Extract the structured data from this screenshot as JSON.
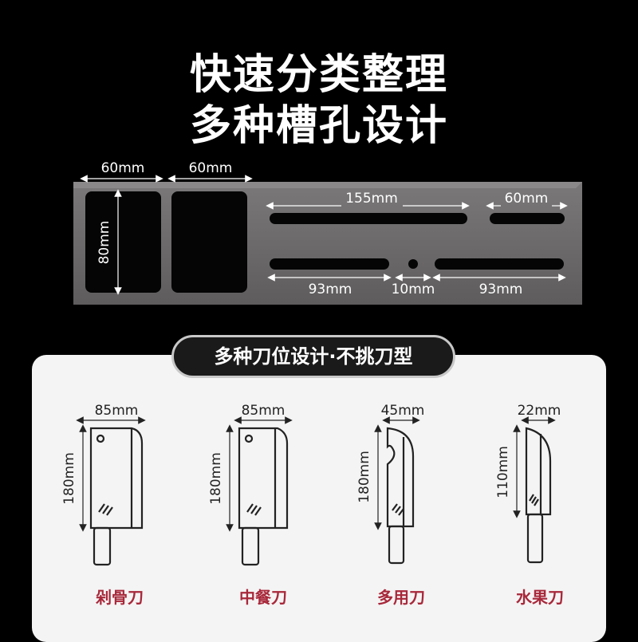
{
  "title_line1": "快速分类整理",
  "title_line2": "多种槽孔设计",
  "rack": {
    "dims": {
      "slot1_width": "60mm",
      "slot2_width": "60mm",
      "slot_height": "80mm",
      "long_slot": "155mm",
      "short_slot": "60mm",
      "lower_left": "93mm",
      "hole": "10mm",
      "lower_right": "93mm"
    }
  },
  "section_label": "多种刀位设计·不挑刀型",
  "knives": [
    {
      "name": "剁骨刀",
      "width": "85mm",
      "height": "180mm"
    },
    {
      "name": "中餐刀",
      "width": "85mm",
      "height": "180mm"
    },
    {
      "name": "多用刀",
      "width": "45mm",
      "height": "180mm"
    },
    {
      "name": "水果刀",
      "width": "22mm",
      "height": "110mm"
    }
  ],
  "colors": {
    "background": "#000000",
    "rack": "#6e6c6c",
    "card": "#f4f4f4",
    "knife_name": "#a8283a"
  }
}
